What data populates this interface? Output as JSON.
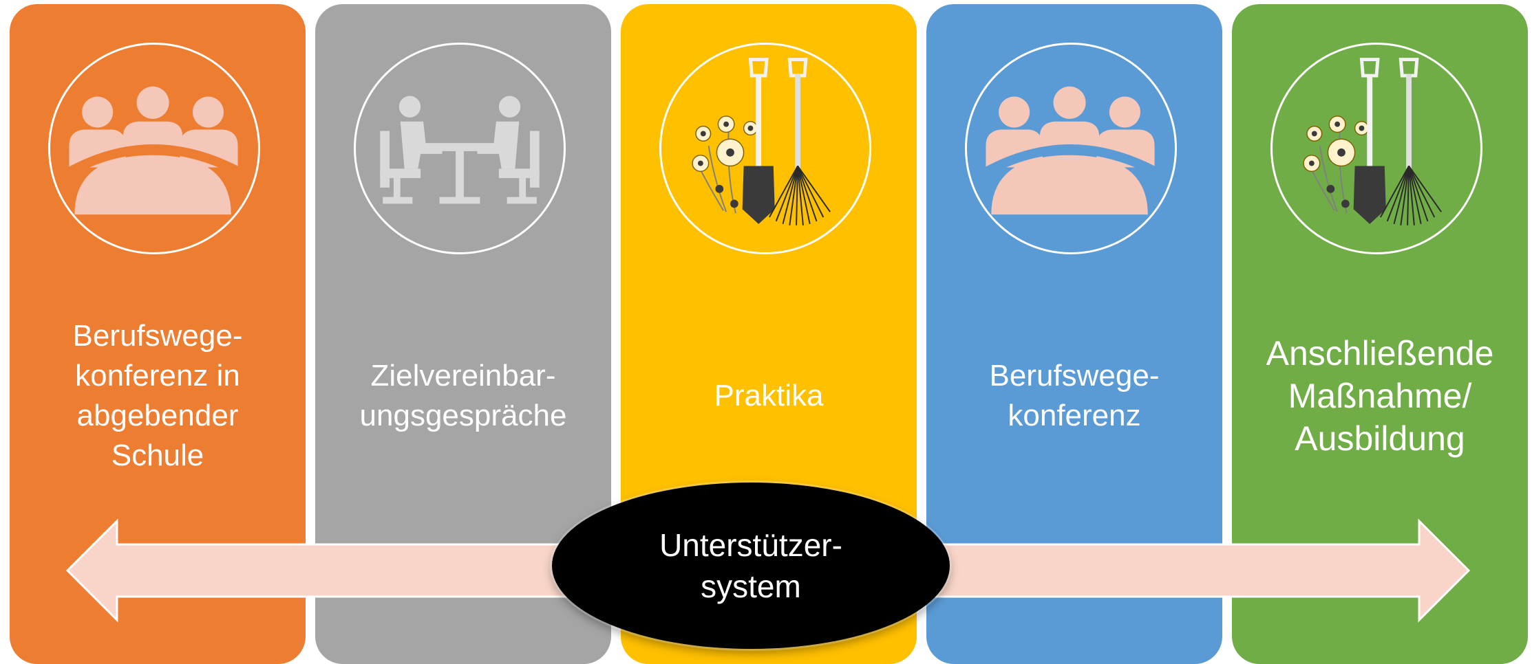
{
  "panels": [
    {
      "label": "Berufswege-\nkonferenz in\nabgebender\nSchule",
      "color": "#ED7D31",
      "icon": "meeting-table-icon"
    },
    {
      "label": "Zielvereinbar-\nungsgespräche",
      "color": "#A5A5A5",
      "icon": "two-people-table-icon"
    },
    {
      "label": "Praktika",
      "color": "#FFC000",
      "icon": "garden-tools-icon"
    },
    {
      "label": "Berufswege-\nkonferenz",
      "color": "#5B9BD5",
      "icon": "meeting-table-icon"
    },
    {
      "label": "Anschließende\nMaßnahme/\nAusbildung",
      "color": "#70AD47",
      "icon": "garden-tools-icon"
    }
  ],
  "center": {
    "label": "Unterstützer-\nsystem",
    "color": "#000000"
  },
  "arrow": {
    "color": "#F8D5C8",
    "direction": "bidirectional"
  },
  "icon_fill": {
    "people": "#F4C7B8",
    "chairs": "#D9D9D9"
  }
}
